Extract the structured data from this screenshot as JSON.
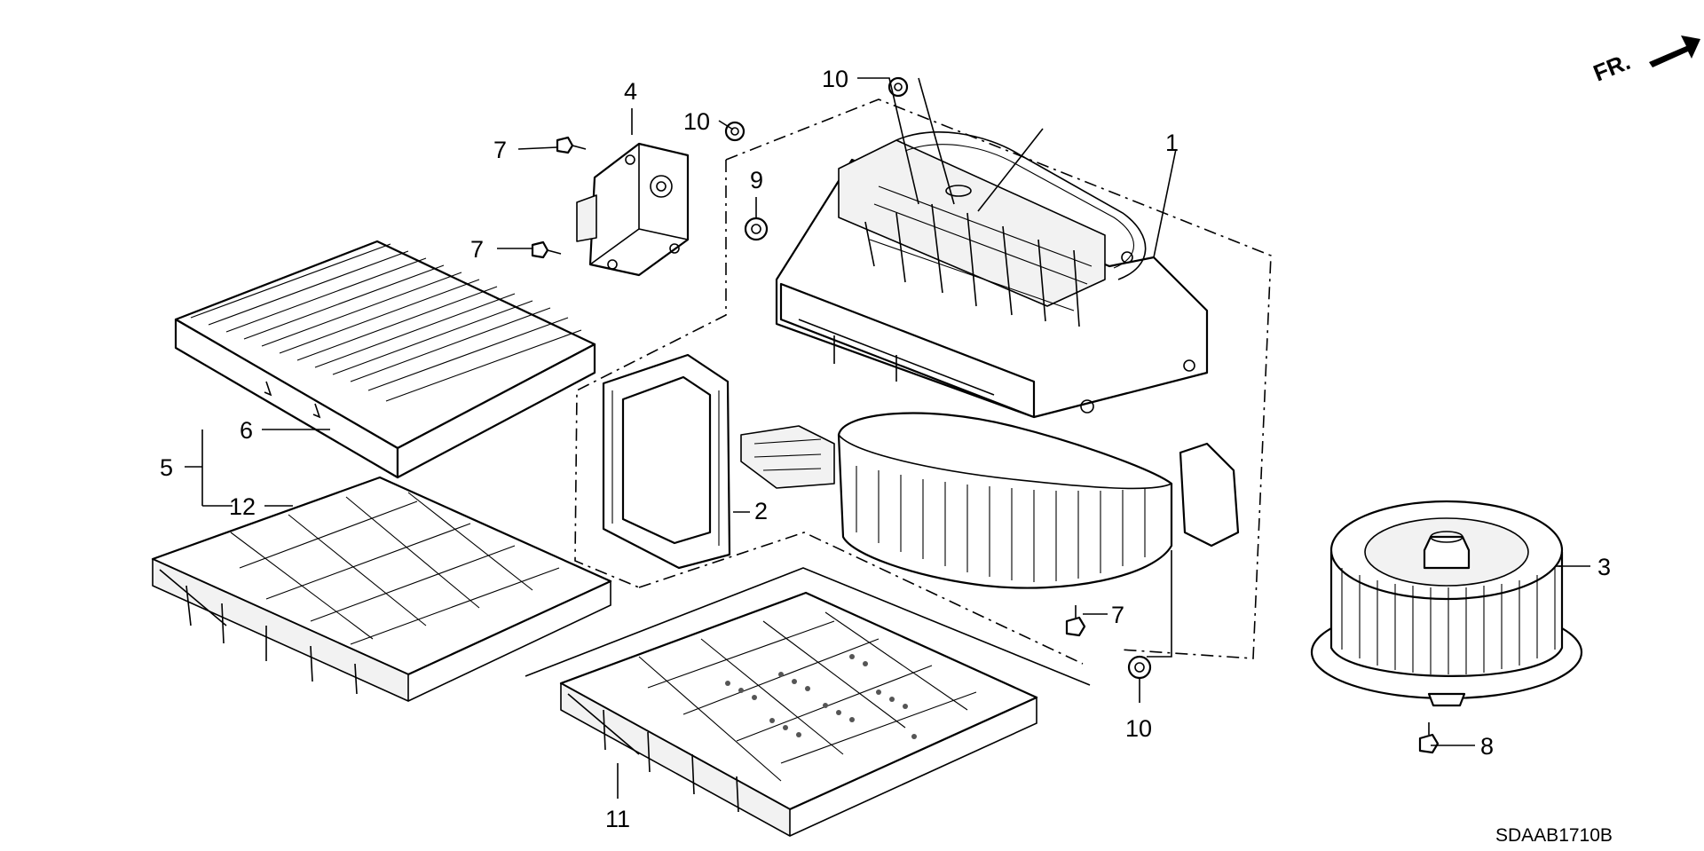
{
  "diagram": {
    "orientation_label": "FR.",
    "drawing_code": "SDAAB1710B",
    "callouts": {
      "c1": "1",
      "c2": "2",
      "c3": "3",
      "c4": "4",
      "c5": "5",
      "c6": "6",
      "c7a": "7",
      "c7b": "7",
      "c7c": "7",
      "c8": "8",
      "c9": "9",
      "c10a": "10",
      "c10b": "10",
      "c10c": "10",
      "c11": "11",
      "c12": "12"
    }
  }
}
